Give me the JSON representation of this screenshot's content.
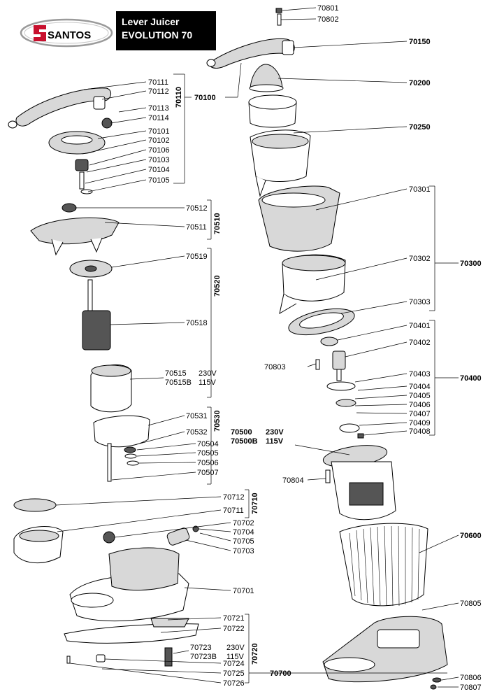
{
  "brand": {
    "name": "SANTOS",
    "colors": {
      "logo_red": "#c8102e",
      "logo_grey": "#9a9a9a"
    }
  },
  "header": {
    "line1": "Lever Juicer",
    "line2": "EVOLUTION 70"
  },
  "labels": {
    "l70801": "70801",
    "l70802": "70802",
    "l70150": "70150",
    "l70200": "70200",
    "l70250": "70250",
    "l70100": "70100",
    "l70110": "70110",
    "l70111": "70111",
    "l70112": "70112",
    "l70113": "70113",
    "l70114": "70114",
    "l70101": "70101",
    "l70102": "70102",
    "l70106": "70106",
    "l70103": "70103",
    "l70104": "70104",
    "l70105": "70105",
    "l70512": "70512",
    "l70511": "70511",
    "l70510": "70510",
    "l70519": "70519",
    "l70518": "70518",
    "l70520": "70520",
    "l70515": "70515",
    "l70515v": "230V",
    "l70515B": "70515B",
    "l70515Bv": "115V",
    "l70531": "70531",
    "l70532": "70532",
    "l70530": "70530",
    "l70504": "70504",
    "l70505": "70505",
    "l70506": "70506",
    "l70507": "70507",
    "l70301": "70301",
    "l70302": "70302",
    "l70303": "70303",
    "l70300": "70300",
    "l70401": "70401",
    "l70402": "70402",
    "l70803": "70803",
    "l70403": "70403",
    "l70404": "70404",
    "l70405": "70405",
    "l70406": "70406",
    "l70407": "70407",
    "l70409": "70409",
    "l70408": "70408",
    "l70400": "70400",
    "l70500": "70500",
    "l70500v": "230V",
    "l70500B": "70500B",
    "l70500Bv": "115V",
    "l70804": "70804",
    "l70712": "70712",
    "l70711": "70711",
    "l70710": "70710",
    "l70702": "70702",
    "l70704": "70704",
    "l70705": "70705",
    "l70703": "70703",
    "l70600": "70600",
    "l70701": "70701",
    "l70805": "70805",
    "l70721": "70721",
    "l70722": "70722",
    "l70723": "70723",
    "l70723v": "230V",
    "l70723B": "70723B",
    "l70723Bv": "115V",
    "l70724": "70724",
    "l70725": "70725",
    "l70726": "70726",
    "l70720": "70720",
    "l70700": "70700",
    "l70806": "70806",
    "l70807": "70807"
  }
}
